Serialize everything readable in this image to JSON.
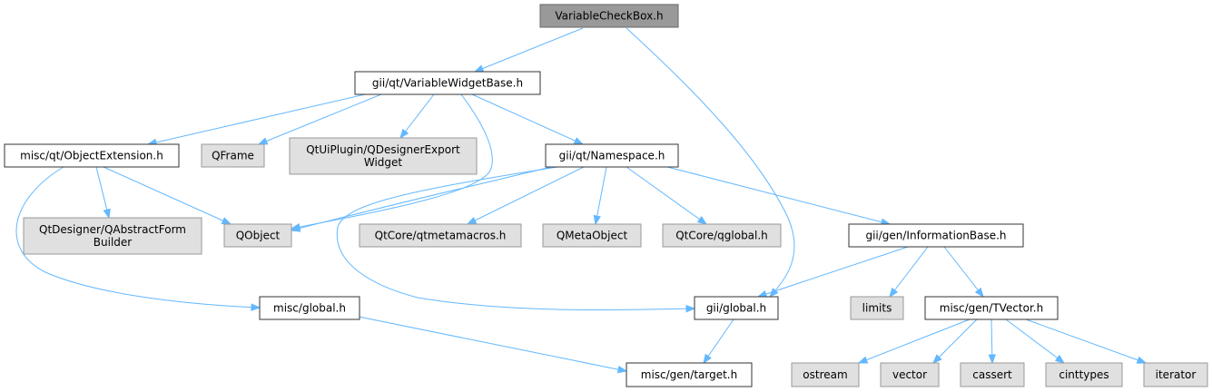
{
  "diagram": {
    "type": "include-dependency-graph",
    "colors": {
      "edge": "#63b8ff",
      "main_fill": "#999999",
      "doc_fill": "#ffffff",
      "ext_fill": "#e0e0e0"
    },
    "nodes": [
      {
        "id": "variablecheckbox",
        "lines": [
          "VariableCheckBox.h"
        ],
        "kind": "main"
      },
      {
        "id": "variablewidgetbase",
        "lines": [
          "gii/qt/VariableWidgetBase.h"
        ],
        "kind": "doc"
      },
      {
        "id": "objectextension",
        "lines": [
          "misc/qt/ObjectExtension.h"
        ],
        "kind": "doc"
      },
      {
        "id": "qframe",
        "lines": [
          "QFrame"
        ],
        "kind": "ext"
      },
      {
        "id": "qdesignerexportwidget",
        "lines": [
          "QtUiPlugin/QDesignerExport",
          "Widget"
        ],
        "kind": "ext"
      },
      {
        "id": "namespace",
        "lines": [
          "gii/qt/Namespace.h"
        ],
        "kind": "doc"
      },
      {
        "id": "qabstractformbuilder",
        "lines": [
          "QtDesigner/QAbstractForm",
          "Builder"
        ],
        "kind": "ext"
      },
      {
        "id": "qobject",
        "lines": [
          "QObject"
        ],
        "kind": "ext"
      },
      {
        "id": "qtmetamacros",
        "lines": [
          "QtCore/qtmetamacros.h"
        ],
        "kind": "ext"
      },
      {
        "id": "qmetaobject",
        "lines": [
          "QMetaObject"
        ],
        "kind": "ext"
      },
      {
        "id": "qglobal",
        "lines": [
          "QtCore/qglobal.h"
        ],
        "kind": "ext"
      },
      {
        "id": "informationbase",
        "lines": [
          "gii/gen/InformationBase.h"
        ],
        "kind": "doc"
      },
      {
        "id": "miscglobal",
        "lines": [
          "misc/global.h"
        ],
        "kind": "doc"
      },
      {
        "id": "giiglobal",
        "lines": [
          "gii/global.h"
        ],
        "kind": "doc"
      },
      {
        "id": "limits",
        "lines": [
          "limits"
        ],
        "kind": "ext"
      },
      {
        "id": "tvector",
        "lines": [
          "misc/gen/TVector.h"
        ],
        "kind": "doc"
      },
      {
        "id": "target",
        "lines": [
          "misc/gen/target.h"
        ],
        "kind": "doc"
      },
      {
        "id": "ostream",
        "lines": [
          "ostream"
        ],
        "kind": "ext"
      },
      {
        "id": "vector",
        "lines": [
          "vector"
        ],
        "kind": "ext"
      },
      {
        "id": "cassert",
        "lines": [
          "cassert"
        ],
        "kind": "ext"
      },
      {
        "id": "cinttypes",
        "lines": [
          "cinttypes"
        ],
        "kind": "ext"
      },
      {
        "id": "iterator",
        "lines": [
          "iterator"
        ],
        "kind": "ext"
      }
    ],
    "edges": [
      {
        "from": "variablecheckbox",
        "to": "variablewidgetbase"
      },
      {
        "from": "variablecheckbox",
        "to": "giiglobal"
      },
      {
        "from": "variablewidgetbase",
        "to": "objectextension"
      },
      {
        "from": "variablewidgetbase",
        "to": "qframe"
      },
      {
        "from": "variablewidgetbase",
        "to": "qdesignerexportwidget"
      },
      {
        "from": "variablewidgetbase",
        "to": "namespace"
      },
      {
        "from": "variablewidgetbase",
        "to": "qobject"
      },
      {
        "from": "objectextension",
        "to": "qabstractformbuilder"
      },
      {
        "from": "objectextension",
        "to": "qobject"
      },
      {
        "from": "objectextension",
        "to": "miscglobal"
      },
      {
        "from": "namespace",
        "to": "qobject"
      },
      {
        "from": "namespace",
        "to": "qtmetamacros"
      },
      {
        "from": "namespace",
        "to": "qmetaobject"
      },
      {
        "from": "namespace",
        "to": "qglobal"
      },
      {
        "from": "namespace",
        "to": "informationbase"
      },
      {
        "from": "namespace",
        "to": "giiglobal"
      },
      {
        "from": "informationbase",
        "to": "giiglobal"
      },
      {
        "from": "informationbase",
        "to": "limits"
      },
      {
        "from": "informationbase",
        "to": "tvector"
      },
      {
        "from": "miscglobal",
        "to": "target"
      },
      {
        "from": "giiglobal",
        "to": "target"
      },
      {
        "from": "tvector",
        "to": "ostream"
      },
      {
        "from": "tvector",
        "to": "vector"
      },
      {
        "from": "tvector",
        "to": "cassert"
      },
      {
        "from": "tvector",
        "to": "cinttypes"
      },
      {
        "from": "tvector",
        "to": "iterator"
      }
    ]
  }
}
